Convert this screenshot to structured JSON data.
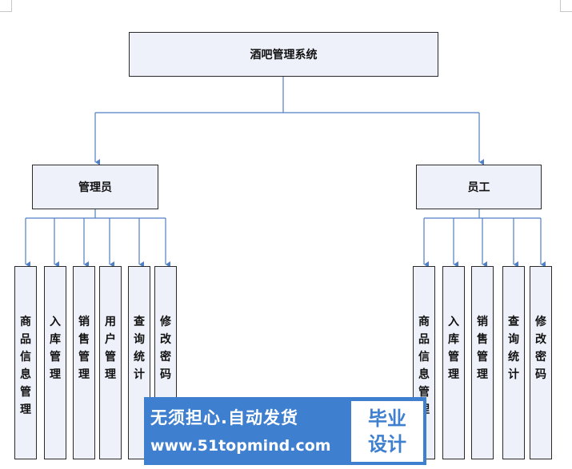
{
  "root": {
    "label": "酒吧管理系统"
  },
  "roles": [
    {
      "label": "管理员",
      "modules": [
        "商品信息管理",
        "入库管理",
        "销售管理",
        "用户管理",
        "查询统计",
        "修改密码"
      ]
    },
    {
      "label": "员工",
      "modules": [
        "商品信息管理",
        "入库管理",
        "销售管理",
        "查询统计",
        "修改密码"
      ]
    }
  ],
  "banner": {
    "line1": "无须担心.自动发货",
    "line2": "www.51topmind.com",
    "badge_line1": "毕业",
    "badge_line2": "设计"
  },
  "colors": {
    "connector": "#4f7fc4",
    "node_fill": "#eef1fa",
    "banner": "#3f7fcf"
  }
}
